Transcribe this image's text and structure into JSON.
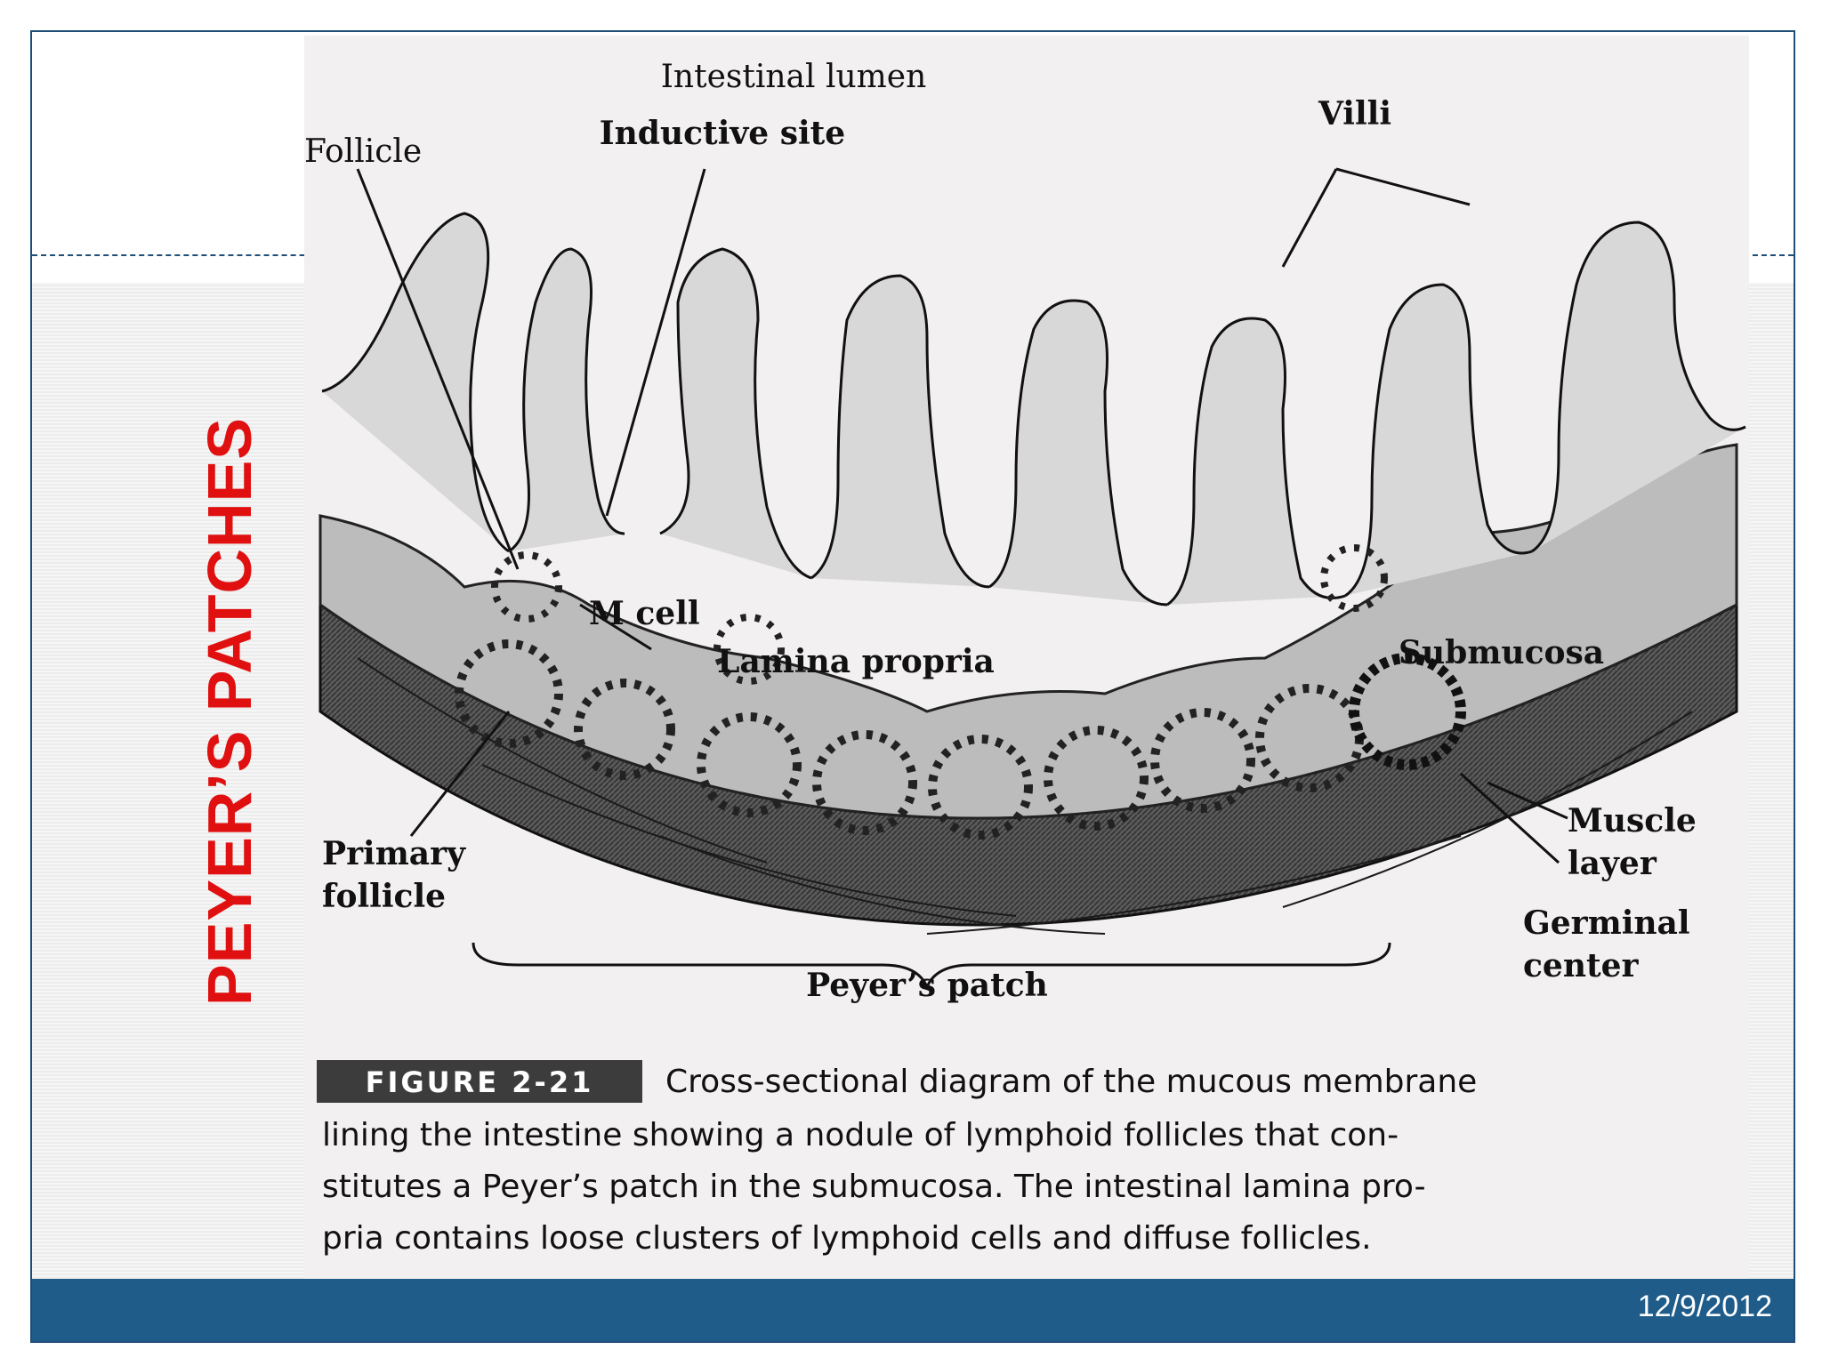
{
  "slide": {
    "title": "PEYER’S PATCHES",
    "date": "12/9/2012",
    "colors": {
      "title": "#e01010",
      "footer": "#1f5c8a",
      "frame": "#1f4e79"
    }
  },
  "figure": {
    "labels": {
      "intestinal_lumen": "Intestinal lumen",
      "follicle": "Follicle",
      "inductive_site": "Inductive site",
      "villi": "Villi",
      "m_cell": "M cell",
      "lamina_propria": "Lamina propria",
      "submucosa": "Submucosa",
      "muscle": "Muscle",
      "layer": "layer",
      "primary": "Primary",
      "follicle2": "follicle",
      "germinal": "Germinal",
      "center": "center",
      "peyers_patch": "Peyer’s patch"
    },
    "caption": {
      "badge": "FIGURE 2-21",
      "line1": "Cross-sectional diagram of the mucous membrane",
      "line2": "lining the intestine showing a nodule of lymphoid follicles that con-",
      "line3": "stitutes a Peyer’s patch in the submucosa. The intestinal lamina pro-",
      "line4": "pria contains loose clusters of lymphoid cells and diffuse follicles."
    }
  }
}
